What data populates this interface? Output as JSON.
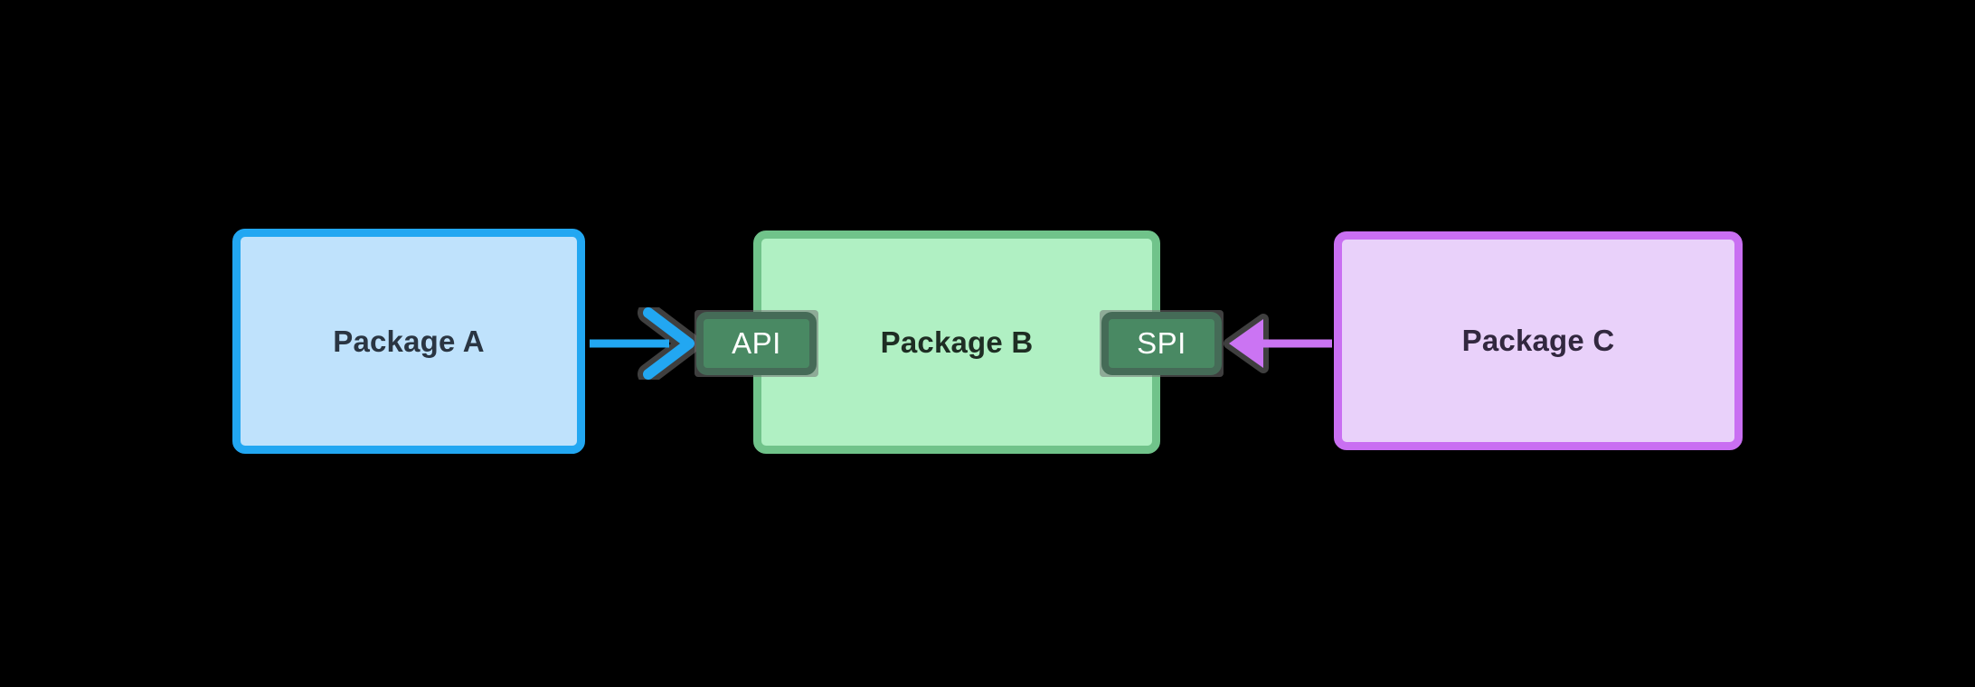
{
  "colors": {
    "background": "#000000",
    "node-a-fill": "#bfe2fc",
    "node-a-border": "#22a7f2",
    "node-a-text": "#2a3542",
    "node-b-fill": "#b0f0c3",
    "node-b-border": "#70c38a",
    "node-b-text": "#1e2d23",
    "node-c-fill": "#e9d1fa",
    "node-c-border": "#c96ff2",
    "node-c-text": "#32283f",
    "badge-fill": "#18a451",
    "badge-border": "#0e6236",
    "badge-text": "#ffffff",
    "arrow-blue": "#22a7f2",
    "arrow-purple": "#cb74f3",
    "shadow-gray": "rgba(115,115,115,0.55)"
  },
  "diagram": {
    "nodes": [
      {
        "id": "package-a",
        "label": "Package A"
      },
      {
        "id": "package-b",
        "label": "Package B"
      },
      {
        "id": "package-c",
        "label": "Package C"
      }
    ],
    "badges": [
      {
        "id": "api",
        "label": "API",
        "attached_to": "package-b",
        "side": "left"
      },
      {
        "id": "spi",
        "label": "SPI",
        "attached_to": "package-b",
        "side": "right"
      }
    ],
    "edges": [
      {
        "from": "package-a",
        "to": "api",
        "direction": "right",
        "head": "chevron",
        "color": "#22a7f2"
      },
      {
        "from": "package-c",
        "to": "spi",
        "direction": "left",
        "head": "triangle",
        "color": "#cb74f3"
      }
    ]
  }
}
